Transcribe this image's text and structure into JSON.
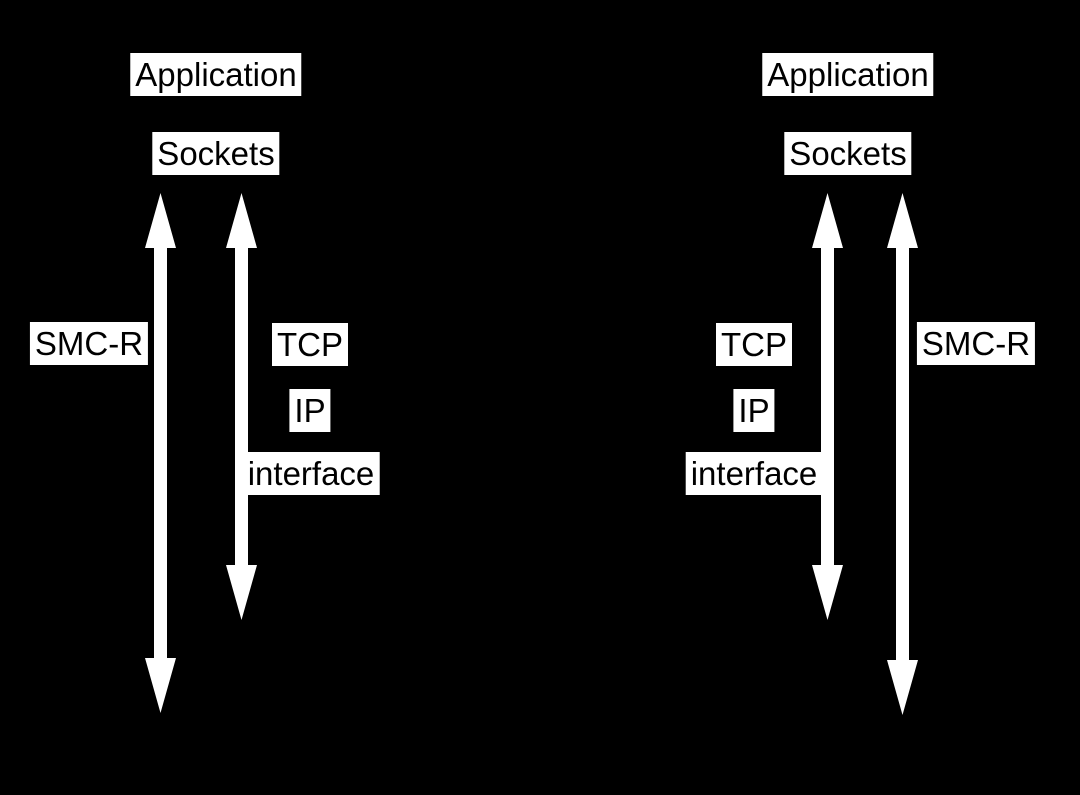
{
  "diagram": {
    "title_semantic": "SMC-R and TCP/IP protocol stack comparison",
    "colors": {
      "background": "#000000",
      "label_background": "#ffffff",
      "label_text": "#000000",
      "arrow": "#ffffff"
    },
    "left_stack": {
      "application": "Application",
      "sockets": "Sockets",
      "smc_r": "SMC-R",
      "tcp": "TCP",
      "ip": "IP",
      "interface": "interface"
    },
    "right_stack": {
      "application": "Application",
      "sockets": "Sockets",
      "smc_r": "SMC-R",
      "tcp": "TCP",
      "ip": "IP",
      "interface": "interface"
    }
  }
}
